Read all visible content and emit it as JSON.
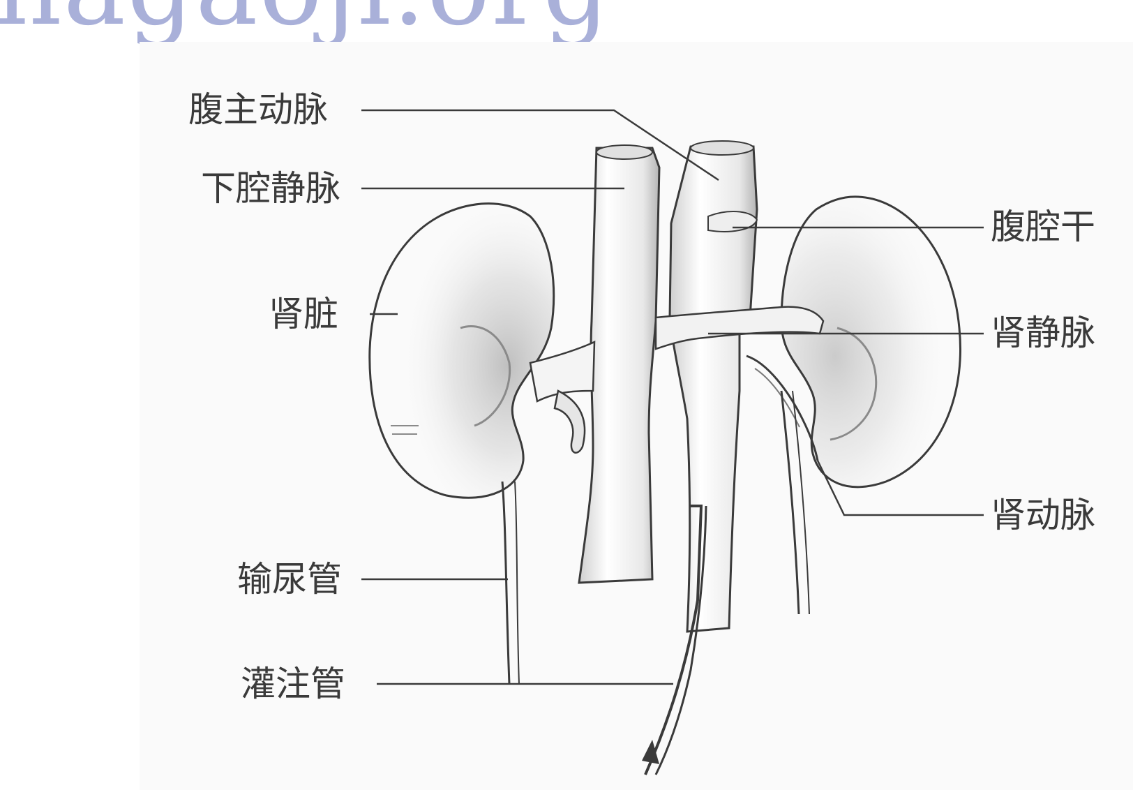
{
  "watermark": {
    "text": "nagaoji.org",
    "color": "#a9b0d9"
  },
  "labels": {
    "aorta": "腹主动脉",
    "ivc": "下腔静脉",
    "kidney": "肾脏",
    "ureter": "输尿管",
    "catheter": "灌注管",
    "celiac_trunk": "腹腔干",
    "renal_vein": "肾静脉",
    "renal_artery": "肾动脉"
  },
  "colors": {
    "ink": "#3a3a3a",
    "shade": "#9a9a9a",
    "figure_bg": "#fafafa"
  }
}
